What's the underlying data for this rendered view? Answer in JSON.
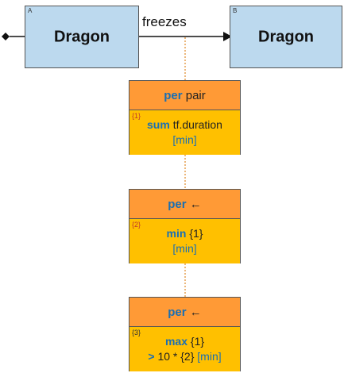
{
  "nodes": {
    "a": {
      "corner": "A",
      "label": "Dragon"
    },
    "b": {
      "corner": "B",
      "label": "Dragon"
    }
  },
  "edge": {
    "label": "freezes"
  },
  "cards": [
    {
      "head_kw": "per",
      "head_rest": "pair",
      "num": "{1}",
      "kw": "sum",
      "rest": "tf.duration",
      "unit": "[min]"
    },
    {
      "head_kw": "per",
      "head_rest": "←",
      "num": "{2}",
      "kw": "min",
      "rest": "{1}",
      "unit": "[min]"
    },
    {
      "head_kw": "per",
      "head_rest": "←",
      "num": "{3}",
      "kw": "max",
      "rest": "{1}",
      "cond_kw": ">",
      "cond_rest": "10 * {2}",
      "unit": "[min]"
    }
  ]
}
